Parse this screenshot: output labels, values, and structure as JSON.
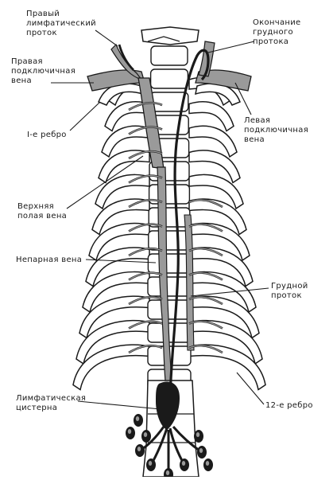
{
  "labels": {
    "right_lymph_duct": "Правый\nлимфатический\nпроток",
    "thoracic_duct_end": "Окончание\nгрудного\nпротока",
    "right_subclavian": "Правая\nподключичная\nвена",
    "first_rib": "I-е ребро",
    "left_subclavian": "Левая\nподключичная\nвена",
    "superior_vena_cava": "Верхняя\nполая вена",
    "azygos_vein": "Непарная вена",
    "thoracic_duct": "Грудной\nпроток",
    "cisterna_chyli": "Лимфатическая\nцистерна",
    "twelfth_rib": "12-е ребро"
  },
  "colors": {
    "ink": "#1a1a1a",
    "vessel": "#9a9a9a",
    "bone": "#ffffff"
  }
}
